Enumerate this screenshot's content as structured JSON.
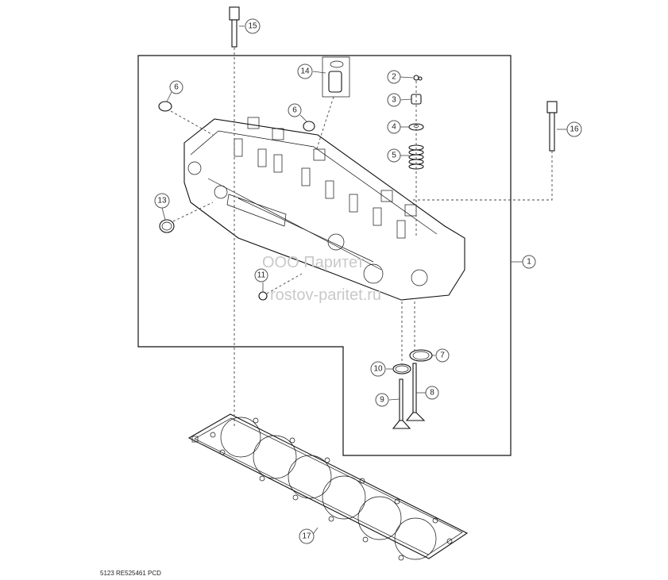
{
  "callouts": {
    "c1": "1",
    "c2": "2",
    "c3": "3",
    "c4": "4",
    "c5": "5",
    "c6a": "6",
    "c6b": "6",
    "c7": "7",
    "c8": "8",
    "c9": "9",
    "c10": "10",
    "c11": "11",
    "c13": "13",
    "c14": "14",
    "c15": "15",
    "c16": "16",
    "c17": "17"
  },
  "watermark": {
    "line1": "ООО Паритет",
    "line2": "rostov-paritet.ru"
  },
  "footer": {
    "code": "5123  RE525461  PCD"
  }
}
